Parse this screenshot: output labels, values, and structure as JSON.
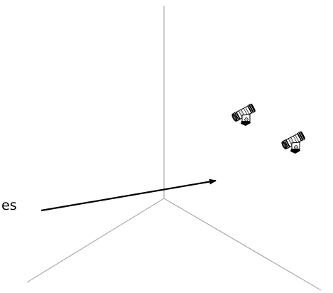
{
  "callout": {
    "label": "es"
  },
  "axes": {
    "color": "#9a9a9a"
  },
  "arrow": {
    "color": "#000000"
  },
  "fittings": [
    {
      "name": "tee-fitting",
      "icon": "tee-fitting-icon"
    },
    {
      "name": "tee-fitting",
      "icon": "tee-fitting-icon"
    }
  ]
}
